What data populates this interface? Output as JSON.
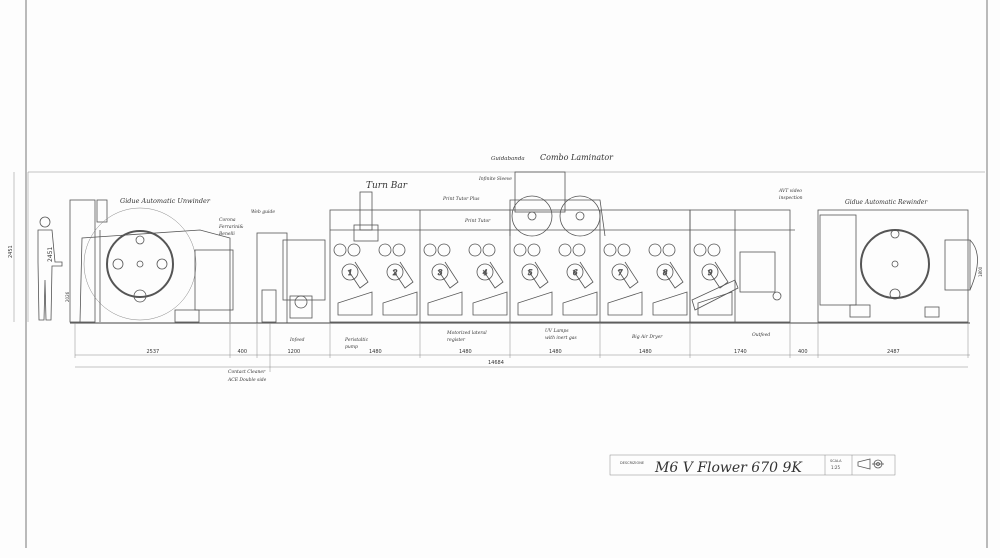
{
  "labels": {
    "unwinder": "Gidue Automatic Unwinder",
    "corona": [
      "Corona",
      "Ferrarini&",
      "Benelli"
    ],
    "web_guide": "Web guide",
    "turn_bar": "Turn Bar",
    "print_tutor_plus": "Print Tutor Plus",
    "print_tutor": "Print Tutor",
    "infinite_sleeve": "Infinite Sleeve",
    "guidabanda": "Guidabanda",
    "combo_laminator": "Combo Laminator",
    "avt": [
      "AVT video",
      "inspection"
    ],
    "rewinder": "Gidue Automatic Rewinder",
    "infeed": "Infeed",
    "peristaltic": [
      "Peristaltic",
      "pump"
    ],
    "motorized": [
      "Motorized lateral",
      "register"
    ],
    "uv": [
      "UV Lamps",
      "with inert gas"
    ],
    "big_air_dryer": "Big Air Dryer",
    "outfeed": "Outfeed",
    "contact_cleaner": [
      "Contact Cleaner",
      "ACE Double side"
    ]
  },
  "units": [
    "1",
    "2",
    "3",
    "4",
    "5",
    "6",
    "7",
    "8",
    "9"
  ],
  "dimensions": {
    "height_total": "2451",
    "height_inner": "2451",
    "height_low": "2026",
    "right_height": "1800",
    "segments": [
      "2537",
      "400",
      "1200",
      "1480",
      "1480",
      "1480",
      "1480",
      "1740",
      "400",
      "2487"
    ],
    "total": "14684"
  },
  "title_block": {
    "label": "DESCRIZIONE",
    "title": "M6 V Flower  670  9K",
    "scale_label": "SCALA",
    "scale": "1:25"
  }
}
